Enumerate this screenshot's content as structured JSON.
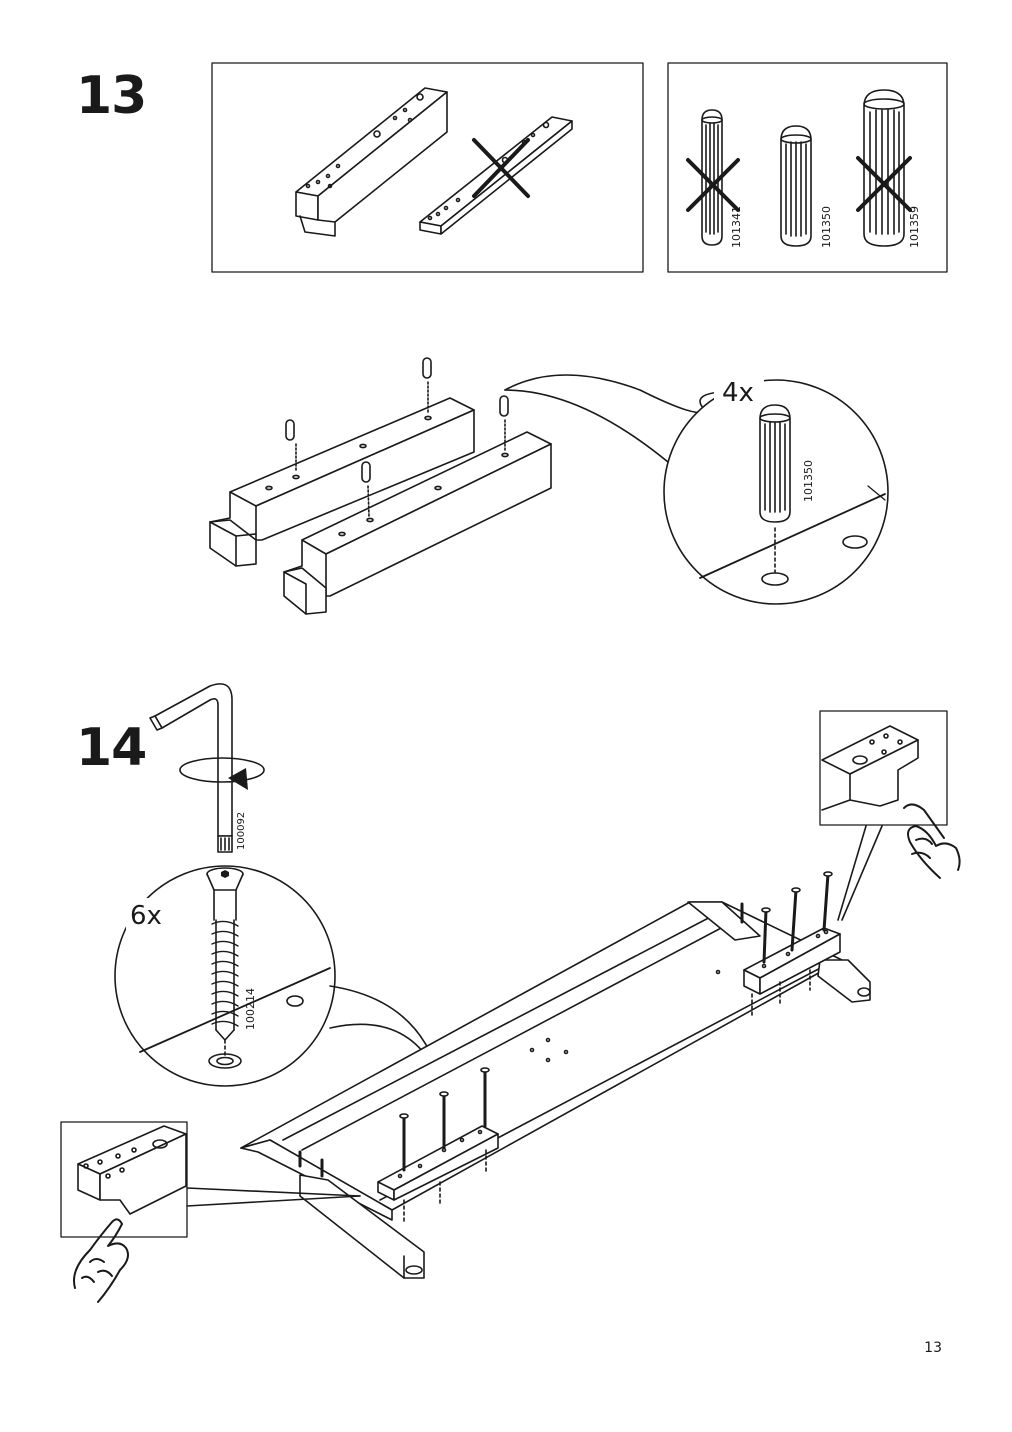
{
  "steps": {
    "s13": {
      "number": "13"
    },
    "s14": {
      "number": "14"
    }
  },
  "dowels": {
    "excluded_a": "101341",
    "correct": "101350",
    "excluded_b": "101359"
  },
  "callouts": {
    "dowel_qty": "4x",
    "dowel_part": "101350",
    "screw_qty": "6x",
    "screw_part": "100214",
    "key_part": "100092"
  },
  "page": {
    "number": "13"
  }
}
